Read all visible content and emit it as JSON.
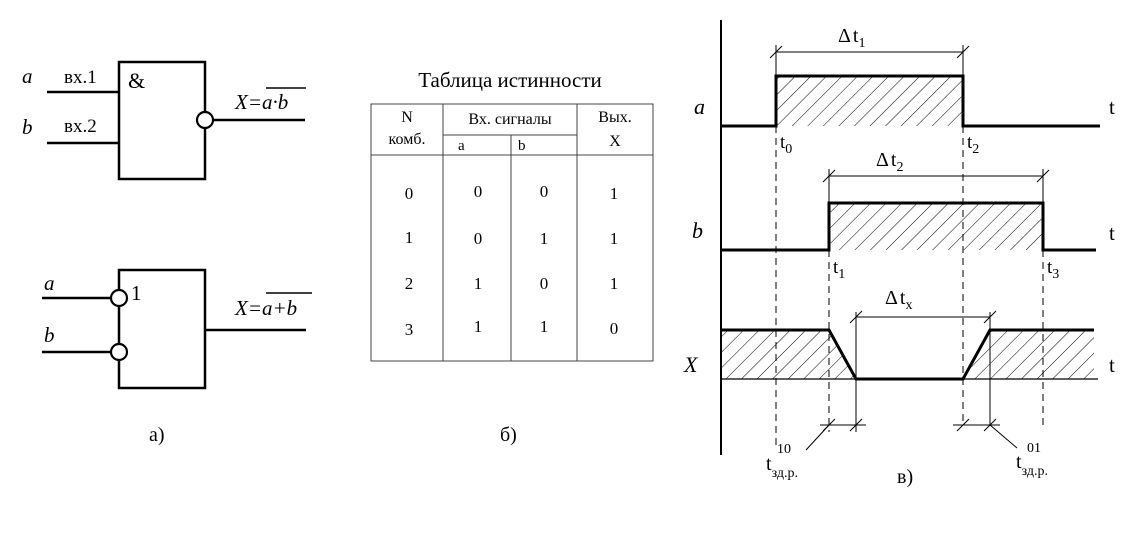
{
  "panel_a": {
    "gate1": {
      "symbol": "&",
      "input1_var": "a",
      "input1_label": "вх.1",
      "input2_var": "b",
      "input2_label": "вх.2",
      "out_prefix": "X=",
      "out_over": "a·b"
    },
    "gate2": {
      "symbol": "1",
      "input1_var": "a",
      "input2_var": "b",
      "out_prefix": "X=",
      "out_over": "a+b"
    },
    "caption": "а)"
  },
  "panel_b": {
    "title": "Таблица истинности",
    "headers": {
      "n_line1": "N",
      "n_line2": "комб.",
      "signals": "Вх. сигналы",
      "sub_a": "a",
      "sub_b": "b",
      "out_line1": "Вых.",
      "out_line2": "X"
    },
    "rows": [
      [
        "0",
        "0",
        "0",
        "1"
      ],
      [
        "1",
        "0",
        "1",
        "1"
      ],
      [
        "2",
        "1",
        "0",
        "1"
      ],
      [
        "3",
        "1",
        "1",
        "0"
      ]
    ],
    "caption": "б)"
  },
  "panel_c": {
    "signal_a": "a",
    "signal_b": "b",
    "signal_x": "X",
    "time_axis": "t",
    "dt1": {
      "d": "Δ",
      "t": "t",
      "sub": "1"
    },
    "dt2": {
      "d": "Δ",
      "t": "t",
      "sub": "2"
    },
    "dtx": {
      "d": "Δ",
      "t": "t",
      "sub": "x"
    },
    "t0": {
      "t": "t",
      "sub": "0"
    },
    "t1": {
      "t": "t",
      "sub": "1"
    },
    "t2": {
      "t": "t",
      "sub": "2"
    },
    "t3": {
      "t": "t",
      "sub": "3"
    },
    "delay10": {
      "t": "t",
      "sub": "зд.р.",
      "sup": "10"
    },
    "delay01": {
      "t": "t",
      "sub": "зд.р.",
      "sup": "01"
    },
    "caption": "в)"
  }
}
